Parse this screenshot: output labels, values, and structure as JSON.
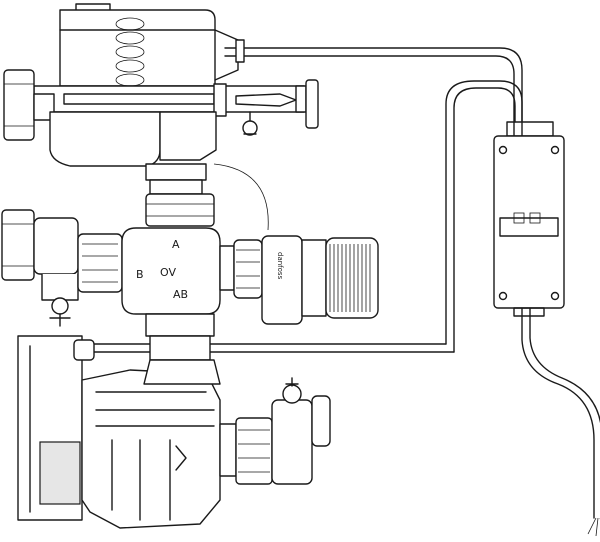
{
  "valve_labels": {
    "port_a": "A",
    "port_b": "B",
    "port_ab": "AB",
    "center_mark": "OV",
    "thermostat_brand": "danfoss"
  },
  "icons": [
    "wiring-box-icon",
    "actuator-icon",
    "pump-icon",
    "thermostat-head-icon",
    "mixing-valve-icon",
    "cable-icon"
  ]
}
